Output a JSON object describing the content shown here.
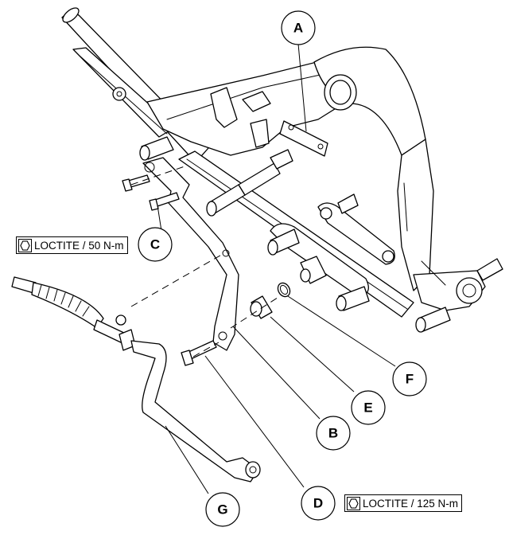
{
  "callouts": {
    "A": "A",
    "B": "B",
    "C": "C",
    "D": "D",
    "E": "E",
    "F": "F",
    "G": "G"
  },
  "torque_labels": {
    "c_label": "LOCTITE / 50 N-m",
    "d_label": "LOCTITE / 125 N-m"
  },
  "icons": {
    "torque_icon": "hex-nut-icon"
  }
}
